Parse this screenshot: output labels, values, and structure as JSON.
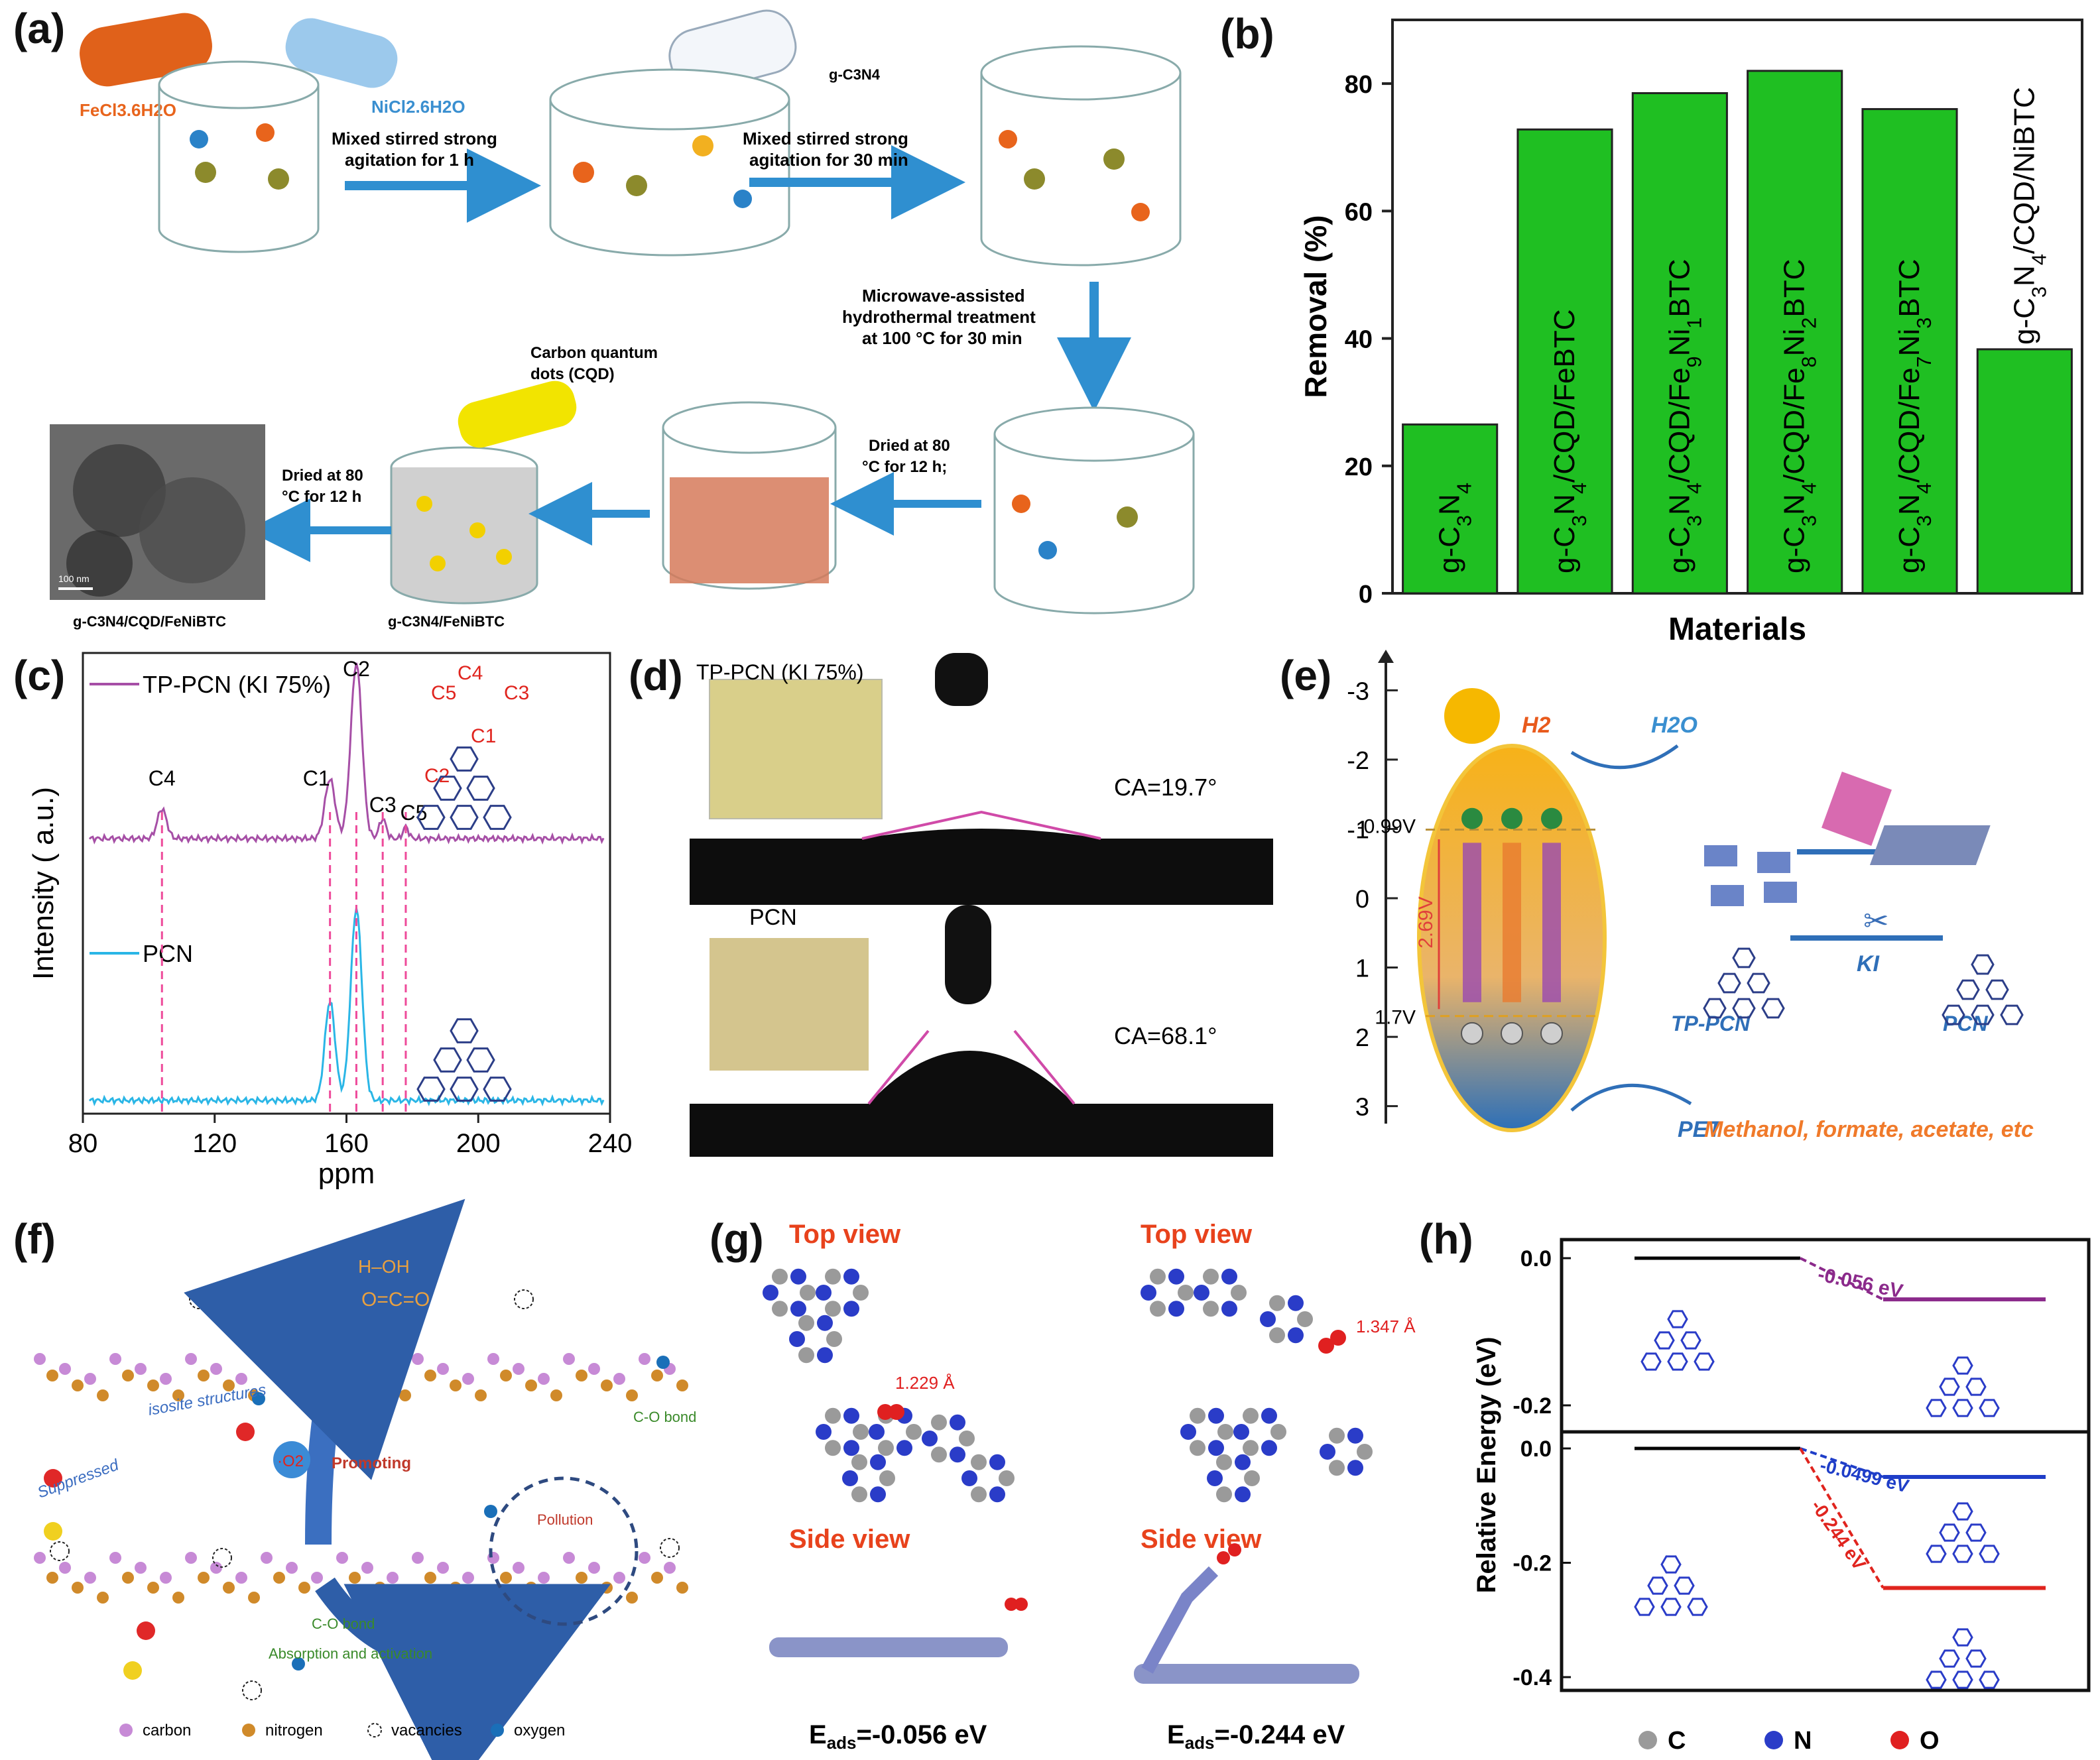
{
  "panel_labels": [
    "(a)",
    "(b)",
    "(c)",
    "(d)",
    "(e)",
    "(f)",
    "(g)",
    "(h)"
  ],
  "panel_a": {
    "reagent_fe": "FeCl3.6H2O",
    "reagent_ni": "NiCl2.6H2O",
    "reagent_cn": "g-C3N4",
    "step1": [
      "Mixed stirred strong",
      "agitation for 1 h"
    ],
    "step2": [
      "Mixed stirred strong",
      "agitation for 30 min"
    ],
    "step3": [
      "Microwave-assisted",
      "hydrothermal treatment",
      "at 100 °C for 30 min"
    ],
    "step4": [
      "Dried at 80",
      "°C for 12 h;"
    ],
    "cqd": [
      "Carbon quantum",
      "dots (CQD)"
    ],
    "step5": [
      "Dried at 80",
      "°C for 12 h"
    ],
    "product_mid": "g-C3N4/FeNiBTC",
    "product_final": "g-C3N4/CQD/FeNiBTC",
    "scale_bar": "100 nm",
    "colors": {
      "fe": "#e8641c",
      "ni": "#3aa0dc",
      "arrow": "#2f8fd0",
      "cqd": "#f2e400"
    }
  },
  "chart_data": [
    {
      "panel": "b",
      "type": "bar",
      "categories": [
        "g-C3N4",
        "g-C3N4/CQD/FeBTC",
        "g-C3N4/CQD/Fe9Ni1BTC",
        "g-C3N4/CQD/Fe8Ni2BTC",
        "g-C3N4/CQD/Fe7Ni3BTC",
        "g-C3N4/CQD/NiBTC"
      ],
      "values": [
        26.5,
        72.8,
        78.5,
        82.0,
        76.0,
        38.3
      ],
      "xlabel": "Materials",
      "ylabel": "Removal (%)",
      "ylim": [
        0,
        90
      ],
      "yticks": [
        0,
        20,
        40,
        60,
        80
      ],
      "bar_color": "#1fbf22"
    },
    {
      "panel": "c",
      "type": "line",
      "xlabel": "ppm",
      "ylabel": "Intensity ( a.u.)",
      "xlim": [
        80,
        240
      ],
      "xticks": [
        80,
        120,
        160,
        200,
        240
      ],
      "series": [
        {
          "name": "TP-PCN (KI 75%)",
          "color": "#a64fa6",
          "peaks": [
            {
              "label": "C4",
              "x": 104
            },
            {
              "label": "C1",
              "x": 155
            },
            {
              "label": "C2",
              "x": 163
            },
            {
              "label": "C3",
              "x": 171
            },
            {
              "label": "C5",
              "x": 178
            }
          ]
        },
        {
          "name": "PCN",
          "color": "#2ab6e6",
          "peaks": [
            {
              "x": 155
            },
            {
              "x": 163
            }
          ]
        }
      ],
      "structure_labels": [
        "C4",
        "C5",
        "C3",
        "C1",
        "C2"
      ]
    },
    {
      "panel": "e",
      "type": "energy-diagram",
      "yticks": [
        -3,
        -2,
        -1,
        0,
        1,
        2,
        3
      ],
      "cb_label": "-0.99V",
      "vb_label": "1.7V",
      "gap_label": "2.69V",
      "h2": "H2",
      "h2o": "H2O",
      "ki": "KI",
      "tp_pcn": "TP-PCN",
      "pcn": "PCN",
      "pet": "PET",
      "products": "Methanol, formate, acetate, etc"
    },
    {
      "panel": "h",
      "type": "energy-diagram",
      "ylabel": "Relative Energy (eV)",
      "top": {
        "ylim": [
          -0.1,
          0.02
        ],
        "yticks": [
          "0.0",
          "-0.2"
        ],
        "levels": [
          0.0,
          -0.056
        ],
        "labels": [
          "-0.056 eV"
        ],
        "colors": [
          "#000000",
          "#8b2a8b"
        ]
      },
      "bottom": {
        "yticks": [
          "0.0",
          "-0.2",
          "-0.4"
        ],
        "levels": [
          0.0,
          -0.0499,
          -0.244
        ],
        "labels": [
          "-0.0499 eV",
          "-0.244 eV"
        ],
        "colors": [
          "#000000",
          "#1f3ec8",
          "#e0241e"
        ]
      },
      "legend": [
        "C",
        "N",
        "O"
      ]
    }
  ],
  "panel_d": {
    "top_label": "TP-PCN (KI 75%)",
    "top_ca": "CA=19.7°",
    "bottom_label": "PCN",
    "bottom_ca": "CA=68.1°"
  },
  "panel_f": {
    "labels": {
      "isosite": "isosite structures",
      "promoting": "Promoting",
      "suppressed": "Suppressed",
      "co_bond_1": "C-O bond",
      "co_bond_2": "C-O bond",
      "absorption": "Absorption and activation",
      "pollution": "Pollution",
      "o2": "·O2"
    },
    "legend": [
      "carbon",
      "nitrogen",
      "vacancies",
      "oxygen"
    ]
  },
  "panel_g": {
    "top_view": "Top view",
    "side_view": "Side view",
    "dist_left": "1.229 Å",
    "dist_right": "1.347 Å",
    "eads_left": "-0.056 eV",
    "eads_right": "-0.244 eV"
  }
}
